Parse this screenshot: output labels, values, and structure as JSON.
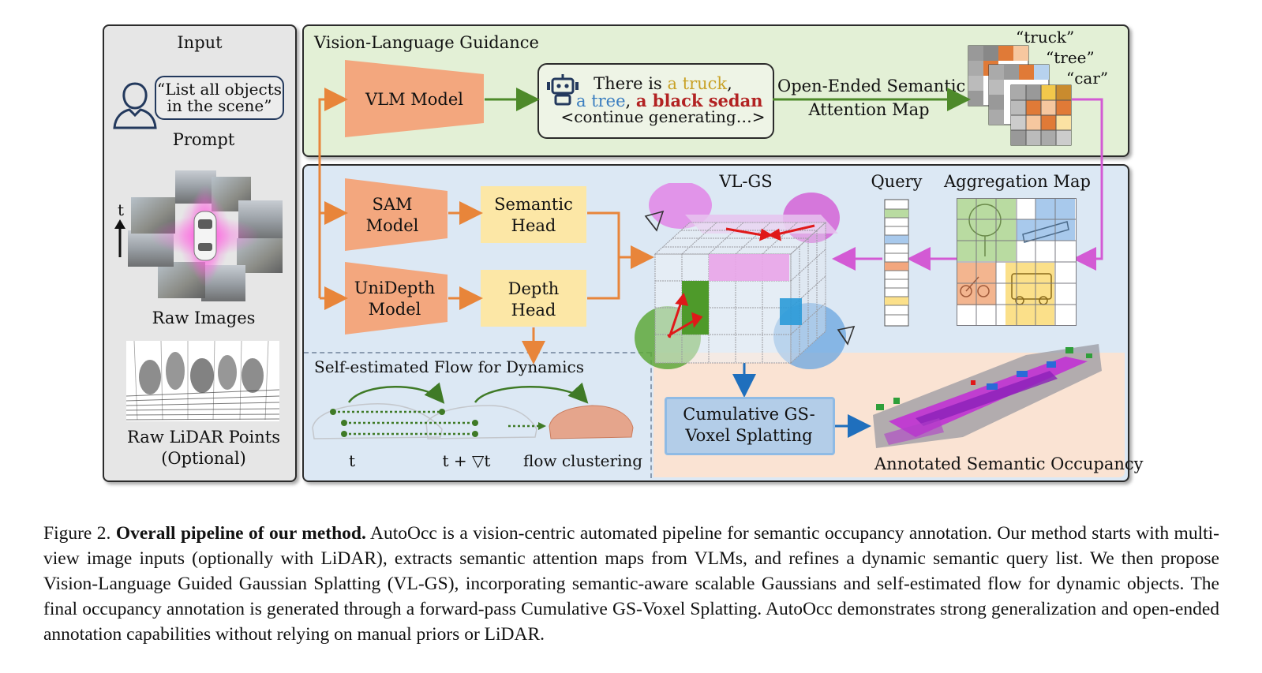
{
  "input": {
    "title": "Input",
    "prompt_text_line1": "“List all objects",
    "prompt_text_line2": "in the scene”",
    "prompt_label": "Prompt",
    "time_label": "t",
    "raw_images_label": "Raw Images",
    "lidar_label_line1": "Raw LiDAR Points",
    "lidar_label_line2": "(Optional)"
  },
  "vlg": {
    "title": "Vision-Language Guidance",
    "vlm_label": "VLM Model",
    "output_prefix": "There is ",
    "output_truck": "a truck",
    "output_comma": ",",
    "output_tree": "a tree",
    "output_comma2": ", ",
    "output_sedan": "a black sedan",
    "output_line3": "<continue generating…>",
    "arrow_label_line1": "Open-Ended Semantic",
    "arrow_label_line2": "Attention Map",
    "map_truck": "“truck”",
    "map_tree": "“tree”",
    "map_car": "“car”"
  },
  "main": {
    "sam_line1": "SAM",
    "sam_line2": "Model",
    "unidepth_line1": "UniDepth",
    "unidepth_line2": "Model",
    "semantic_head_line1": "Semantic",
    "semantic_head_line2": "Head",
    "depth_head_line1": "Depth",
    "depth_head_line2": "Head",
    "vlgs_title": "VL-GS",
    "query_title": "Query",
    "aggregation_title": "Aggregation Map",
    "flow_title": "Self-estimated Flow for Dynamics",
    "flow_t": "t",
    "flow_t2": "t + ▽t",
    "flow_cluster": "flow clustering",
    "splat_line1": "Cumulative GS-",
    "splat_line2": "Voxel Splatting",
    "occupancy_label": "Annotated Semantic Occupancy"
  },
  "caption": {
    "prefix": "Figure 2. ",
    "bold": "Overall pipeline of our method.",
    "body": " AutoOcc is a vision-centric automated pipeline for semantic occupancy annotation. Our method starts with multi-view image inputs (optionally with LiDAR), extracts semantic attention maps from VLMs, and refines a dynamic semantic query list.  We then propose Vision-Language Guided Gaussian Splatting (VL-GS), incorporating semantic-aware scalable Gaussians and self-estimated flow for dynamic objects. The final occupancy annotation is generated through a forward-pass Cumulative GS-Voxel Splatting. AutoOcc demonstrates strong generalization and open-ended annotation capabilities without relying on manual priors or LiDAR."
  },
  "colors": {
    "input_panel": "#e6e6e6",
    "vlg_panel": "#e3f0d6",
    "main_panel": "#dce8f4",
    "occupancy_bg": "#fae3d3",
    "orange": "#e8853a",
    "green": "#4e8a2a",
    "magenta": "#d35ad4",
    "blue": "#1f6fbd",
    "truck_text": "#c9a227",
    "tree_text": "#3a7ec0",
    "sedan_text": "#b22222"
  }
}
